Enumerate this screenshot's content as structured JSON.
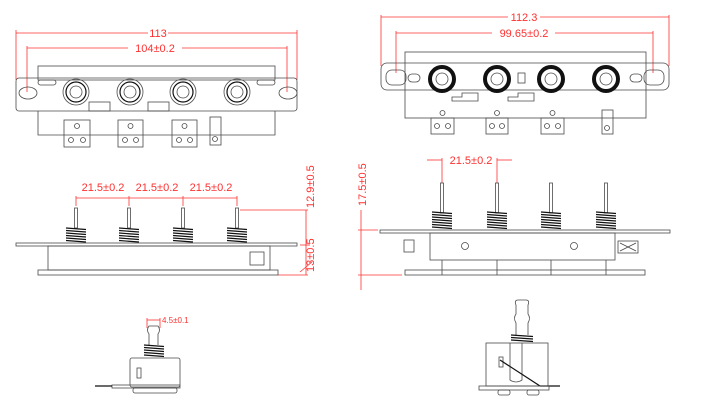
{
  "colors": {
    "dimension": "#ff3030",
    "outline": "#4a4a4a",
    "background": "#ffffff"
  },
  "views": {
    "front_left": {
      "overall_width": "113",
      "hole_pitch": "104±0.2"
    },
    "front_right": {
      "overall_width": "112.3",
      "hole_pitch": "99.65±0.2"
    },
    "side_left": {
      "pitches": [
        "21.5±0.2",
        "21.5±0.2",
        "21.5±0.2"
      ],
      "pin_height": "12.9±0.5",
      "body_height": "13±0.5"
    },
    "side_right": {
      "pitch": "21.5±0.2",
      "total_height": "17.5±0.5"
    },
    "end_left": {
      "stem_width": "4.5±0.1"
    }
  }
}
